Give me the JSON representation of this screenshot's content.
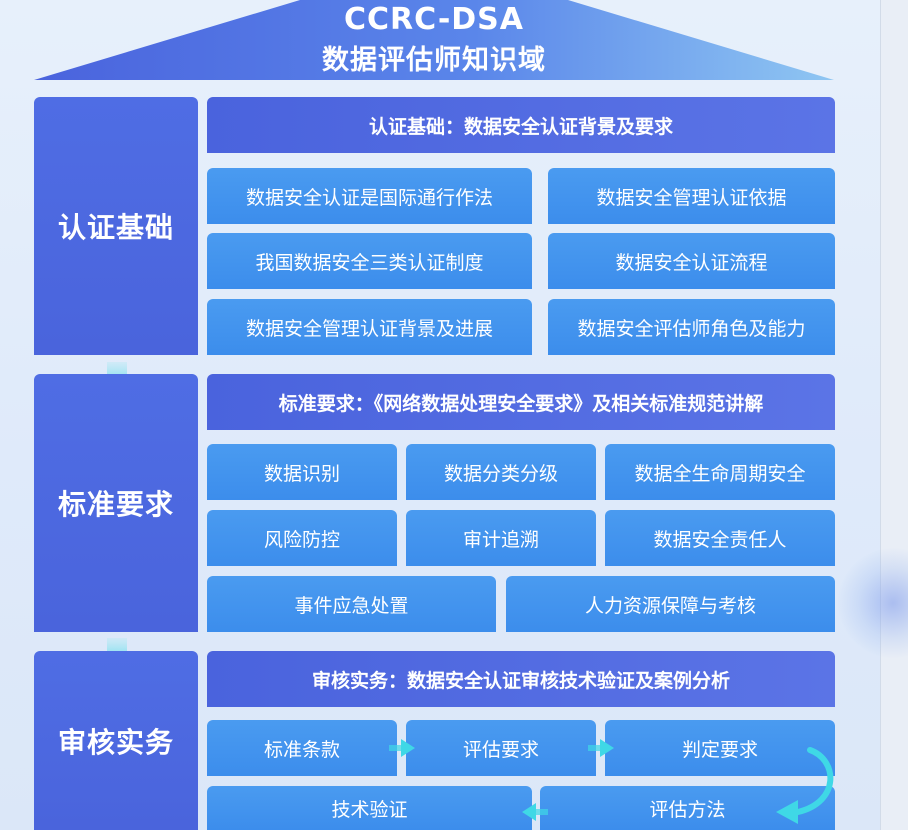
{
  "title": {
    "line1": "CCRC-DSA",
    "line2": "数据评估师知识域"
  },
  "sections": [
    {
      "label": "认证基础",
      "header": "认证基础：数据安全认证背景及要求",
      "items": [
        "数据安全认证是国际通行作法",
        "数据安全管理认证依据",
        "我国数据安全三类认证制度",
        "数据安全认证流程",
        "数据安全管理认证背景及进展",
        "数据安全评估师角色及能力"
      ]
    },
    {
      "label": "标准要求",
      "header": "标准要求：《网络数据处理安全要求》及相关标准规范讲解",
      "items": [
        "数据识别",
        "数据分类分级",
        "数据全生命周期安全",
        "风险防控",
        "审计追溯",
        "数据安全责任人",
        "事件应急处置",
        "人力资源保障与考核"
      ]
    },
    {
      "label": "审核实务",
      "header": "审核实务：数据安全认证审核技术验证及案例分析",
      "items": [
        "标准条款",
        "评估要求",
        "判定要求",
        "技术验证",
        "评估方法"
      ]
    }
  ],
  "colors": {
    "label_blue": "#4f6de4",
    "header_blue": "#4a63dd",
    "card_blue": "#4398ef",
    "arrow_cyan": "#3fd8e6"
  },
  "icons": {
    "section_connector": "down-arrow-icon",
    "flow_step": "right-arrow-icon",
    "flow_return": "curved-return-arrow-icon"
  }
}
